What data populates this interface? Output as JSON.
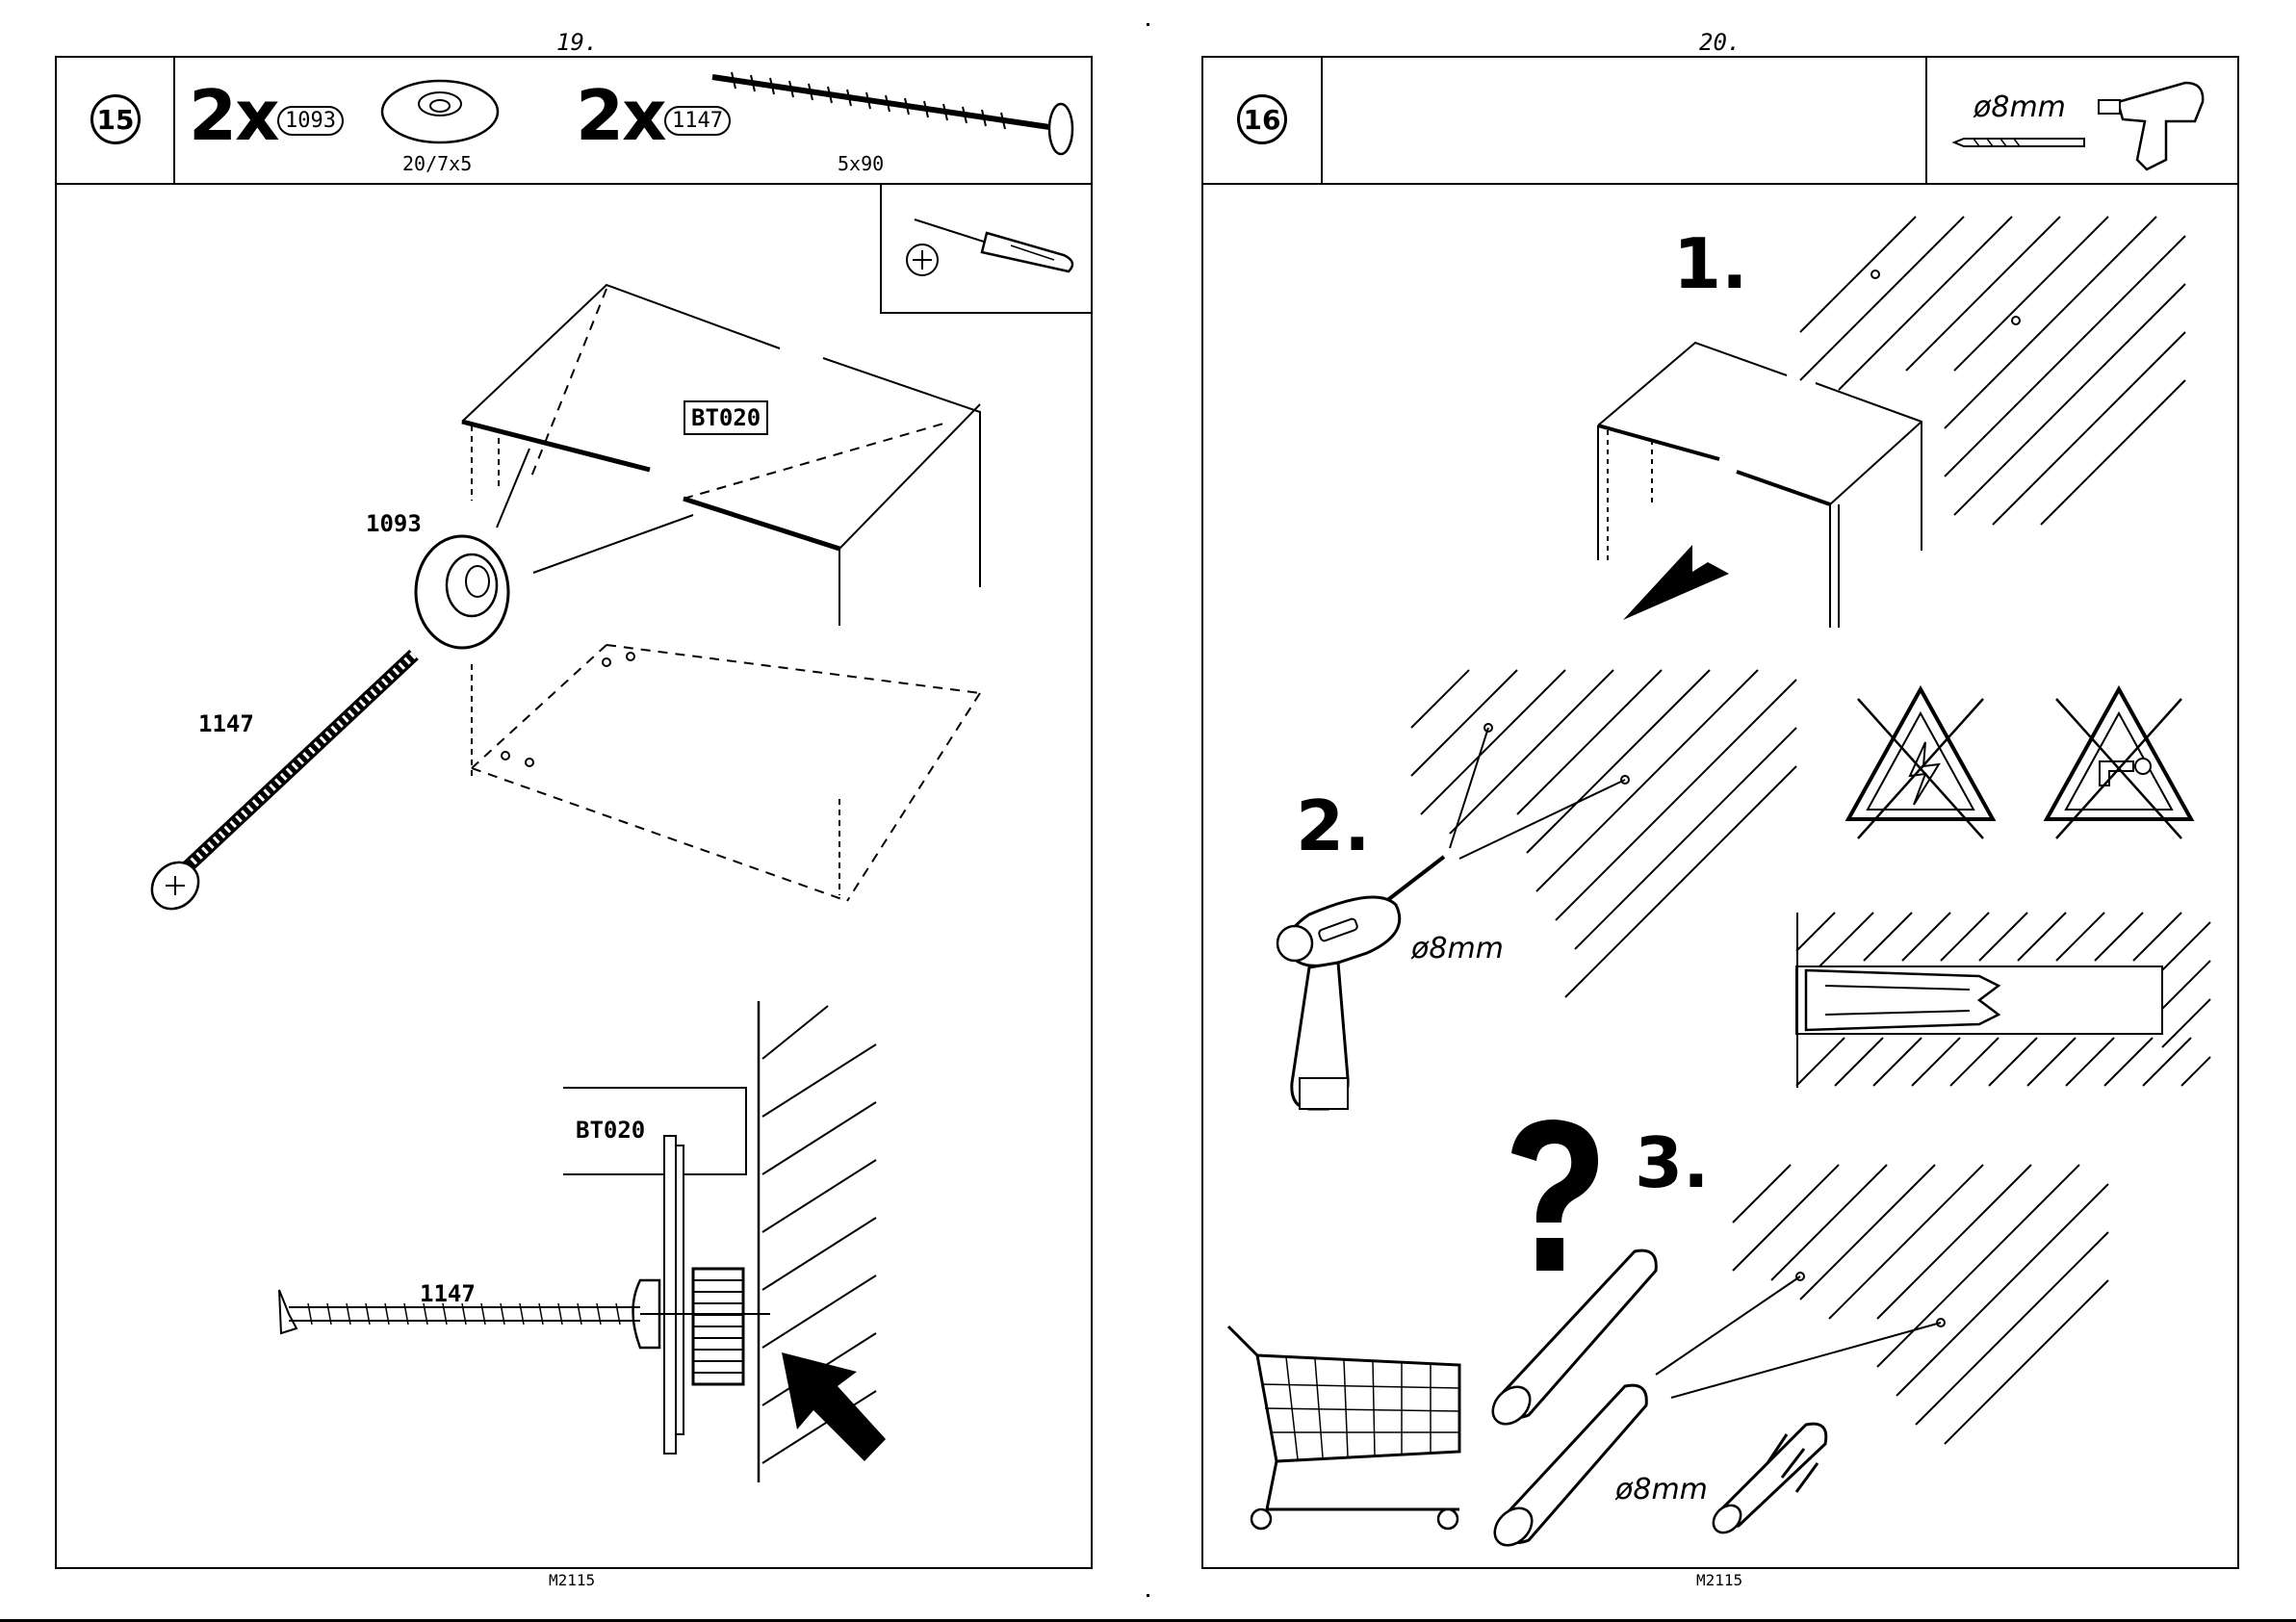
{
  "left_page": {
    "page_number": "19.",
    "step": "15",
    "parts": [
      {
        "qty": "2x",
        "code": "1093",
        "size": "20/7x5"
      },
      {
        "qty": "2x",
        "code": "1147",
        "size": "5x90"
      }
    ],
    "labels": {
      "panel": "BT020",
      "washer": "1093",
      "screw": "1147",
      "detail_panel": "BT020",
      "detail_screw": "1147"
    },
    "tool_icon": "screwdriver-icon",
    "footer": "M2115"
  },
  "right_page": {
    "page_number": "20.",
    "step": "16",
    "drill_header": "ø8mm",
    "substeps": [
      "1.",
      "2.",
      "3."
    ],
    "drill_label": "ø8mm",
    "question": "?",
    "dowel_label": "ø8mm",
    "warnings": [
      "no-electric-cables-icon",
      "no-water-pipes-icon"
    ],
    "footer": "M2115"
  }
}
